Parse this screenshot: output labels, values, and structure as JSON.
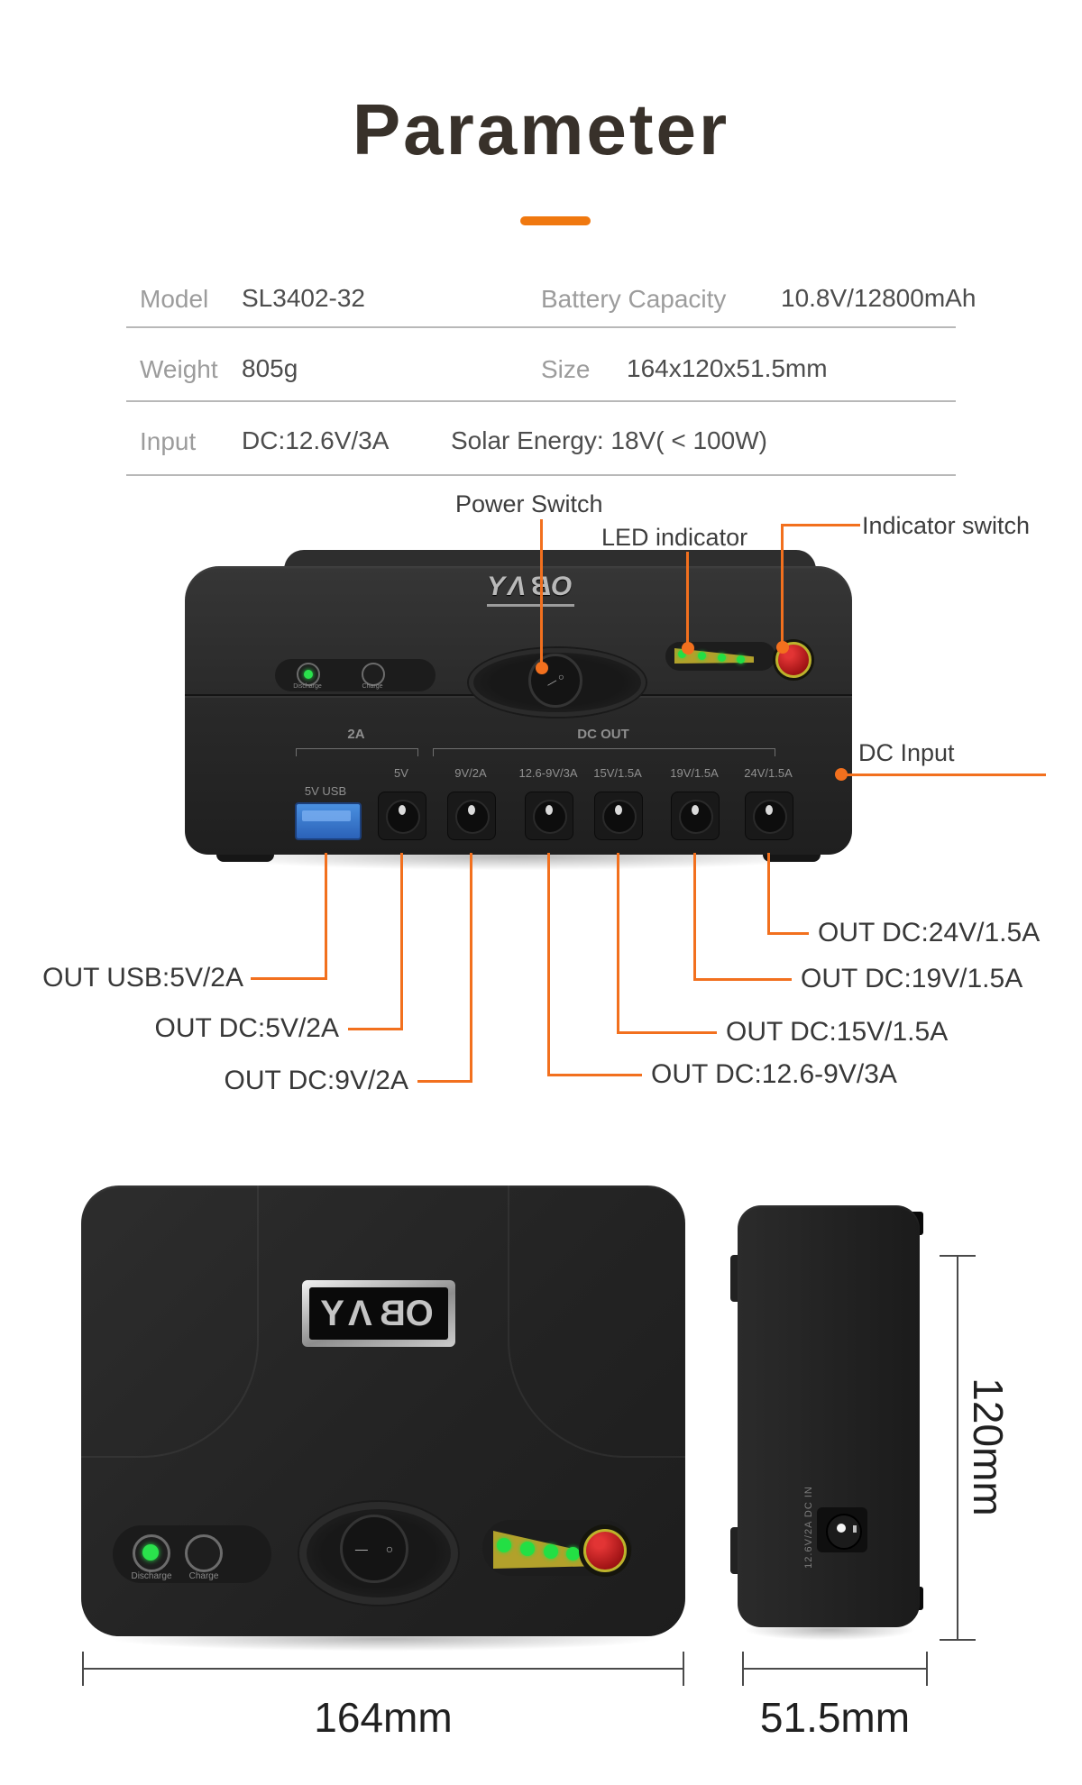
{
  "title": "Parameter",
  "specs": {
    "row1": {
      "label1": "Model",
      "value1": "SL3402-32",
      "label2": "Battery Capacity",
      "value2": "10.8V/12800mAh"
    },
    "row2": {
      "label1": "Weight",
      "value1": "805g",
      "label2": "Size",
      "value2": "164x120x51.5mm"
    },
    "row3": {
      "label1": "Input",
      "value1": "DC:12.6V/3A",
      "label2": "Solar Energy: 18V( < 100W)"
    }
  },
  "callouts": {
    "power_switch": "Power Switch",
    "led_indicator": "LED indicator",
    "indicator_switch": "Indicator switch",
    "dc_input": "DC Input",
    "out_usb": "OUT USB:5V/2A",
    "out_dc_5v": "OUT DC:5V/2A",
    "out_dc_9v": "OUT DC:9V/2A",
    "out_dc_126": "OUT DC:12.6-9V/3A",
    "out_dc_15v": "OUT DC:15V/1.5A",
    "out_dc_19v": "OUT DC:19V/1.5A",
    "out_dc_24v": "OUT DC:24V/1.5A"
  },
  "device": {
    "logo_letters": {
      "l1": "Y",
      "l2": "Λ",
      "l3": "B",
      "l4": "O"
    },
    "group_2a": "2A",
    "group_dc_out": "DC OUT",
    "ports": {
      "usb": "5V USB",
      "p1": "5V",
      "p2": "9V/2A",
      "p3": "12.6-9V/3A",
      "p4": "15V/1.5A",
      "p5": "19V/1.5A",
      "p6": "24V/1.5A"
    },
    "discharge": "Discharge",
    "charge": "Charge",
    "rocker_off": "—",
    "rocker_on": "○",
    "side_port_label": "12.6V/2A DC IN"
  },
  "dimensions": {
    "width": "164mm",
    "depth": "51.5mm",
    "height": "120mm"
  },
  "colors": {
    "accent": "#f2701e",
    "title_dash": "#f0780f",
    "usb_blue": "#3a78cf",
    "led_green": "#23df44",
    "button_red": "#c01a1c"
  }
}
